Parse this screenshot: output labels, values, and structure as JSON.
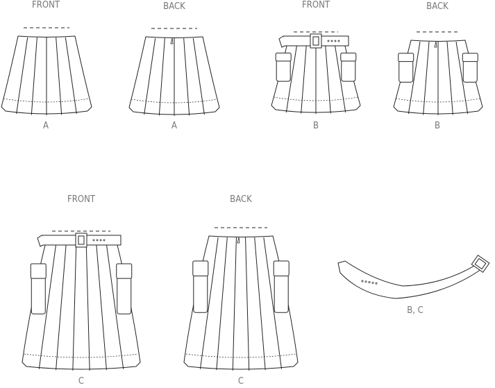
{
  "views": [
    {
      "id": "a-front",
      "heading": "FRONT",
      "caption": "A",
      "belt": false,
      "pockets": false,
      "zipper": false
    },
    {
      "id": "a-back",
      "heading": "BACK",
      "caption": "A",
      "belt": false,
      "pockets": false,
      "zipper": true
    },
    {
      "id": "b-front",
      "heading": "FRONT",
      "caption": "B",
      "belt": true,
      "pockets": true,
      "zipper": false
    },
    {
      "id": "b-back",
      "heading": "BACK",
      "caption": "B",
      "belt": false,
      "pockets": true,
      "zipper": true
    },
    {
      "id": "c-front",
      "heading": "FRONT",
      "caption": "C",
      "belt": true,
      "pockets": true,
      "zipper": false
    },
    {
      "id": "c-back",
      "heading": "BACK",
      "caption": "C",
      "belt": false,
      "pockets": true,
      "zipper": true
    }
  ],
  "belt_piece": {
    "caption": "B, C"
  },
  "colors": {
    "line": "#222222",
    "label": "#777777"
  }
}
